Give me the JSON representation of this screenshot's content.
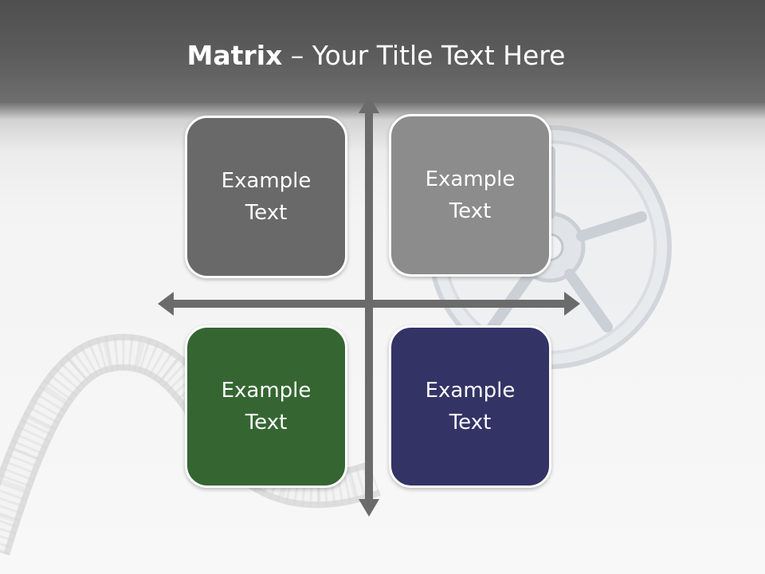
{
  "title": {
    "bold": "Matrix",
    "rest": " – Your Title Text Here"
  },
  "quadrants": [
    {
      "text": "Example\nText",
      "color": "#696969"
    },
    {
      "text": "Example\nText",
      "color": "#8c8c8c"
    },
    {
      "text": "Example\nText",
      "color": "#356632"
    },
    {
      "text": "Example\nText",
      "color": "#333366"
    }
  ],
  "colors": {
    "header": "#5a5a5a",
    "axis": "#6b6b6b",
    "background": "#f6f6f6"
  },
  "icons": [
    "film-reel-icon",
    "film-strip-icon"
  ]
}
